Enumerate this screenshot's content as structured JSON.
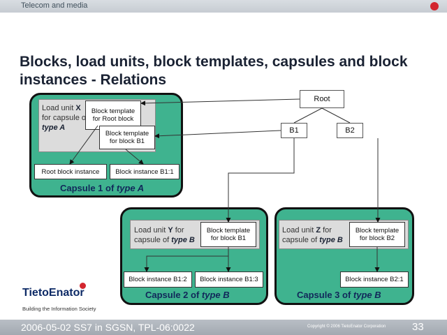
{
  "header": {
    "brand": "Telecom and media"
  },
  "title": "Blocks, load units, block templates, capsules and block instances - Relations",
  "tree": {
    "root": "Root",
    "b1": "B1",
    "b2": "B2"
  },
  "capsule1": {
    "label_pre": "Capsule 1 of ",
    "label_type": "type A",
    "lu_pre": "Load unit ",
    "lu_name": "X",
    "lu_mid": "for capsule of ",
    "lu_type": "type A",
    "tmpl_root": "Block template for Root block",
    "tmpl_b1": "Block template for block B1",
    "inst_root": "Root block instance",
    "inst_b1": "Block instance B1:1"
  },
  "capsule2": {
    "label_pre": "Capsule 2 of ",
    "label_type": "type B",
    "lu_pre": "Load unit ",
    "lu_name": "Y",
    "lu_mid": " for capsule of ",
    "lu_type": "type B",
    "tmpl": "Block template for block B1",
    "inst_a": "Block instance B1:2",
    "inst_b": "Block instance B1:3"
  },
  "capsule3": {
    "label_pre": "Capsule 3 of ",
    "label_type": "type B",
    "lu_pre": "Load unit ",
    "lu_name": "Z",
    "lu_mid": " for capsule of ",
    "lu_type": "type B",
    "tmpl": "Block template for block B2",
    "inst": "Block instance B2:1"
  },
  "logo": {
    "name": "TietoEnator",
    "tagline": "Building the Information Society"
  },
  "footer": {
    "left": "2006-05-02   SS7 in SGSN, TPL-06:0022",
    "copyright": "Copyright © 2006 TietoEnator Corporation",
    "page": "33"
  },
  "colors": {
    "capsule": "#3fb38f",
    "title": "#1a2233",
    "footer": "#a3a9b1",
    "brand_red": "#d3262e"
  }
}
